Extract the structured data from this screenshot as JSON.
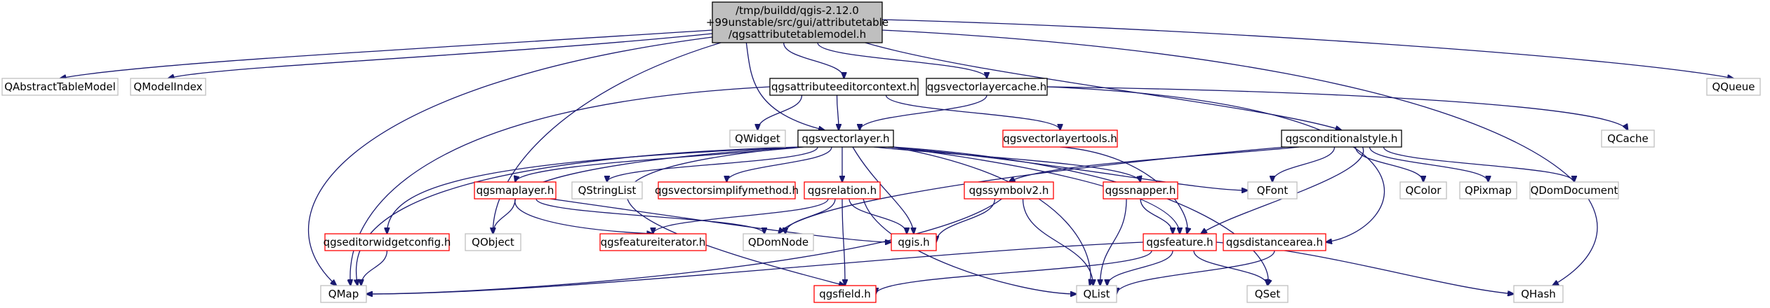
{
  "colors": {
    "edge": "#191970",
    "root_fill": "#bfbfbf",
    "documented_border": "#000000",
    "undocumented_border": "#bfbfbf",
    "incomplete_border": "#ff0000",
    "text": "#000000",
    "background": "#ffffff"
  },
  "diagram": {
    "root": {
      "lines": [
        "/tmp/buildd/qgis-2.12.0",
        "+99unstable/src/gui/attributetable",
        "/qgsattributetablemodel.h"
      ]
    },
    "nodes": [
      {
        "id": "qabstracttablemodel",
        "label": "QAbstractTableModel",
        "style": "undocumented"
      },
      {
        "id": "qmodelindex",
        "label": "QModelIndex",
        "style": "undocumented"
      },
      {
        "id": "qgsattributeeditorcontext",
        "label": "qgsattributeeditorcontext.h",
        "style": "documented"
      },
      {
        "id": "qgsvectorlayercache",
        "label": "qgsvectorlayercache.h",
        "style": "documented"
      },
      {
        "id": "qqueue",
        "label": "QQueue",
        "style": "undocumented"
      },
      {
        "id": "qwidget",
        "label": "QWidget",
        "style": "undocumented"
      },
      {
        "id": "qgsvectorlayer",
        "label": "qgsvectorlayer.h",
        "style": "documented"
      },
      {
        "id": "qgsvectorlayertools",
        "label": "qgsvectorlayertools.h",
        "style": "incomplete"
      },
      {
        "id": "qgsconditionalstyle",
        "label": "qgsconditionalstyle.h",
        "style": "documented"
      },
      {
        "id": "qcache",
        "label": "QCache",
        "style": "undocumented"
      },
      {
        "id": "qgsmaplayer",
        "label": "qgsmaplayer.h",
        "style": "incomplete"
      },
      {
        "id": "qstringlist",
        "label": "QStringList",
        "style": "undocumented"
      },
      {
        "id": "qgsvectorsimplifymethod",
        "label": "qgsvectorsimplifymethod.h",
        "style": "incomplete"
      },
      {
        "id": "qgsrelation",
        "label": "qgsrelation.h",
        "style": "incomplete"
      },
      {
        "id": "qgssymbolv2",
        "label": "qgssymbolv2.h",
        "style": "incomplete"
      },
      {
        "id": "qgssnapper",
        "label": "qgssnapper.h",
        "style": "incomplete"
      },
      {
        "id": "qfont",
        "label": "QFont",
        "style": "undocumented"
      },
      {
        "id": "qcolor",
        "label": "QColor",
        "style": "undocumented"
      },
      {
        "id": "qpixmap",
        "label": "QPixmap",
        "style": "undocumented"
      },
      {
        "id": "qdomdocument",
        "label": "QDomDocument",
        "style": "undocumented"
      },
      {
        "id": "qgseditorwidgetconfig",
        "label": "qgseditorwidgetconfig.h",
        "style": "incomplete"
      },
      {
        "id": "qobject",
        "label": "QObject",
        "style": "undocumented"
      },
      {
        "id": "qgsfeatureiterator",
        "label": "qgsfeatureiterator.h",
        "style": "incomplete"
      },
      {
        "id": "qdomnode",
        "label": "QDomNode",
        "style": "undocumented"
      },
      {
        "id": "qgis",
        "label": "qgis.h",
        "style": "incomplete"
      },
      {
        "id": "qgsfeature",
        "label": "qgsfeature.h",
        "style": "incomplete"
      },
      {
        "id": "qgsdistancearea",
        "label": "qgsdistancearea.h",
        "style": "incomplete"
      },
      {
        "id": "qmap",
        "label": "QMap",
        "style": "undocumented"
      },
      {
        "id": "qgsfield",
        "label": "qgsfield.h",
        "style": "incomplete"
      },
      {
        "id": "qlist",
        "label": "QList",
        "style": "undocumented"
      },
      {
        "id": "qset",
        "label": "QSet",
        "style": "undocumented"
      },
      {
        "id": "qhash",
        "label": "QHash",
        "style": "undocumented"
      }
    ]
  }
}
